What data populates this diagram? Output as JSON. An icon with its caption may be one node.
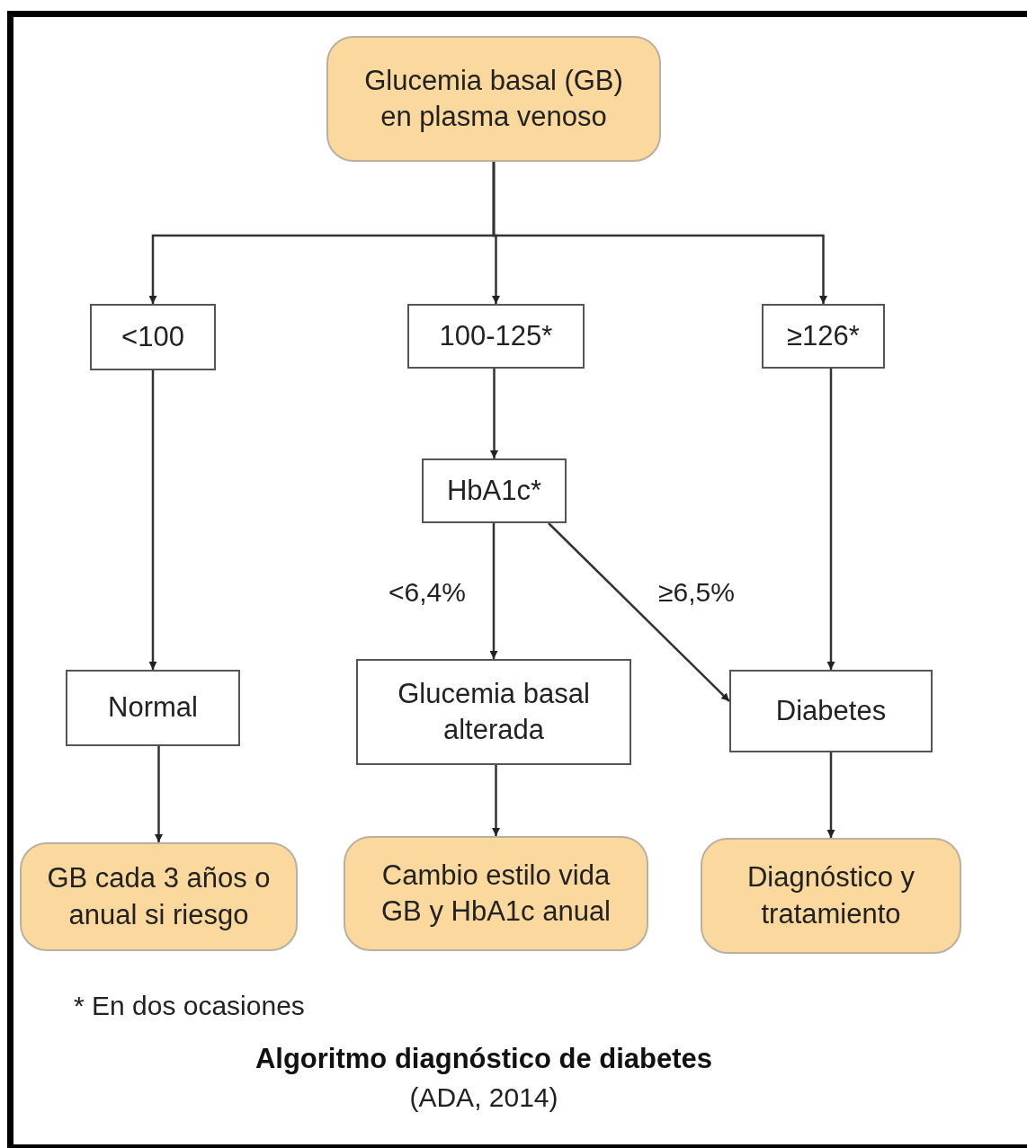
{
  "diagram": {
    "title": "Algoritmo diagnóstico de diabetes",
    "caption": "(ADA, 2014)",
    "nodes": [
      {
        "text": [
          "Glucemia basal (GB) en plasma venoso"
        ]
      },
      {
        "text": [
          "<100"
        ]
      },
      {
        "text": [
          "100-125*"
        ]
      },
      {
        "text": [
          "≥126*"
        ]
      },
      {
        "text": [
          "HbA1c*"
        ]
      },
      {
        "text": [
          "Normal"
        ]
      },
      {
        "text": [
          "Glucemia basal alterada"
        ]
      },
      {
        "text": [
          "Diabetes"
        ]
      },
      {
        "text": [
          "GB cada 3 años o anual si riesgo"
        ]
      },
      {
        "text": [
          "Cambio estilo vida GB y HbA1c anual"
        ]
      },
      {
        "text": [
          "Diagnóstico y tratamiento"
        ]
      }
    ],
    "edges": [
      {
        "from": 0,
        "to": 1,
        "arrow": "to"
      },
      {
        "from": 0,
        "to": 2,
        "arrow": "to"
      },
      {
        "from": 0,
        "to": 3,
        "arrow": "to"
      },
      {
        "from": 1,
        "to": 5,
        "arrow": "to"
      },
      {
        "from": 2,
        "to": 4,
        "arrow": "to"
      },
      {
        "from": 4,
        "to": 6,
        "arrow": "to",
        "label": "<6,4%"
      },
      {
        "from": 4,
        "to": 7,
        "arrow": "to",
        "label": "≥6,5%"
      },
      {
        "from": 3,
        "to": 7,
        "arrow": "to"
      },
      {
        "from": 5,
        "to": 8,
        "arrow": "to"
      },
      {
        "from": 6,
        "to": 9,
        "arrow": "to"
      },
      {
        "from": 7,
        "to": 10,
        "arrow": "to"
      }
    ],
    "labels": [
      "* En dos ocasiones"
    ]
  }
}
